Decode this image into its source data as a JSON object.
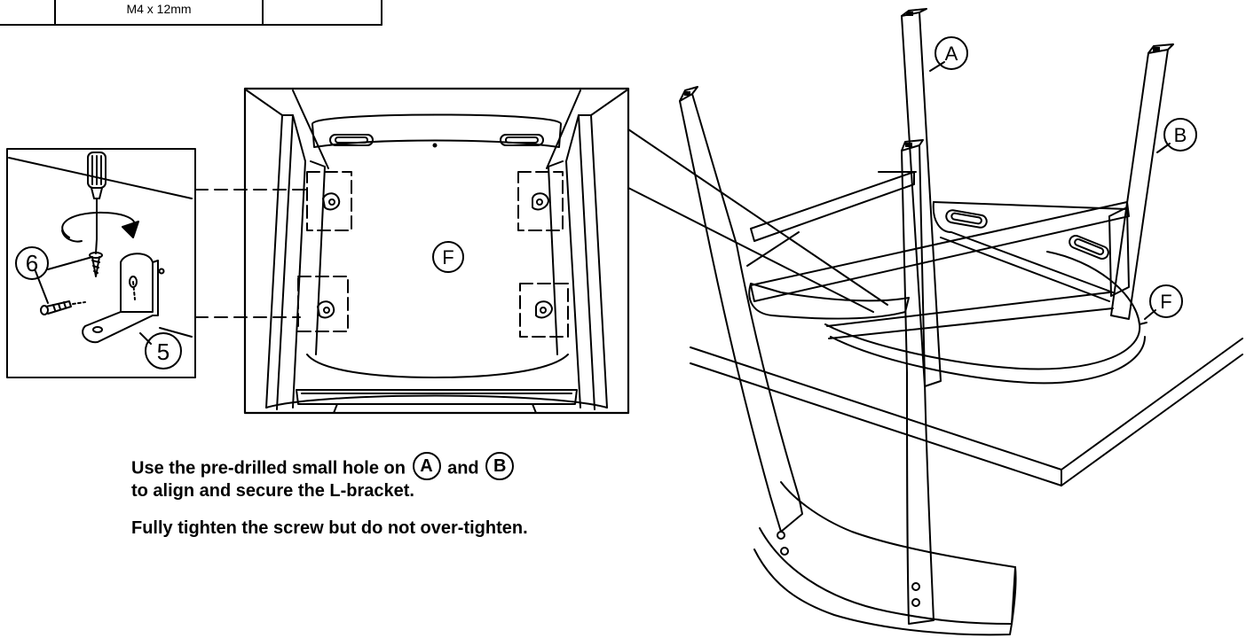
{
  "parts_table": {
    "screw_size": "M4 x 12mm"
  },
  "labels": {
    "leg_a": "A",
    "leg_b": "B",
    "seat_f": "F",
    "bracket_part": "5",
    "screw_part": "6"
  },
  "instructions": {
    "line1_prefix": "Use the pre-drilled small hole on",
    "part_a": "A",
    "line1_and": "and",
    "part_b": "B",
    "line2": "to align and secure the L-bracket.",
    "line3": "Fully tighten the screw but do not over-tighten."
  }
}
